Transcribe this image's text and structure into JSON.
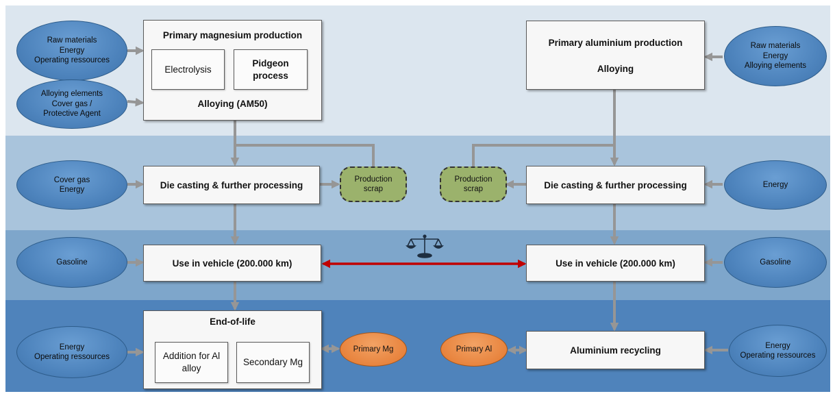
{
  "colors": {
    "band_1": "#dce6ef",
    "band_2": "#a9c4dc",
    "band_3": "#7ea6cb",
    "band_4": "#4f83bb",
    "input_ellipse": "#4e84bd",
    "primary_metal": "#e8843e",
    "production_scrap": "#9bb26c",
    "connector": "#969696",
    "comparison_arrow": "#c00000"
  },
  "magnesium": {
    "inputs": [
      "Raw materials\nEnergy\nOperating ressources",
      "Alloying elements\nCover gas /\nProtective Agent",
      "Cover gas\nEnergy",
      "Gasoline",
      "Energy\nOperating ressources"
    ],
    "production": {
      "title": "Primary magnesium production",
      "sub_a": "Electrolysis",
      "sub_b": "Pidgeon\nprocess",
      "alloying": "Alloying (AM50)"
    },
    "die_casting": "Die casting & further processing",
    "scrap": "Production\nscrap",
    "use": "Use in vehicle (200.000 km)",
    "end_of_life": {
      "title": "End-of-life",
      "sub_a": "Addition for Al\nalloy",
      "sub_b": "Secondary Mg"
    },
    "primary_credit": "Primary Mg"
  },
  "aluminium": {
    "inputs": [
      "Raw materials\nEnergy\nAlloying elements",
      "Energy",
      "Gasoline",
      "Energy\nOperating ressources"
    ],
    "production": {
      "title": "Primary aluminium production",
      "alloying": "Alloying"
    },
    "die_casting": "Die casting & further processing",
    "scrap": "Production\nscrap",
    "use": "Use in vehicle (200.000 km)",
    "recycling": "Aluminium recycling",
    "primary_credit": "Primary Al"
  },
  "comparison": {
    "icon": "balance-scale-icon"
  }
}
